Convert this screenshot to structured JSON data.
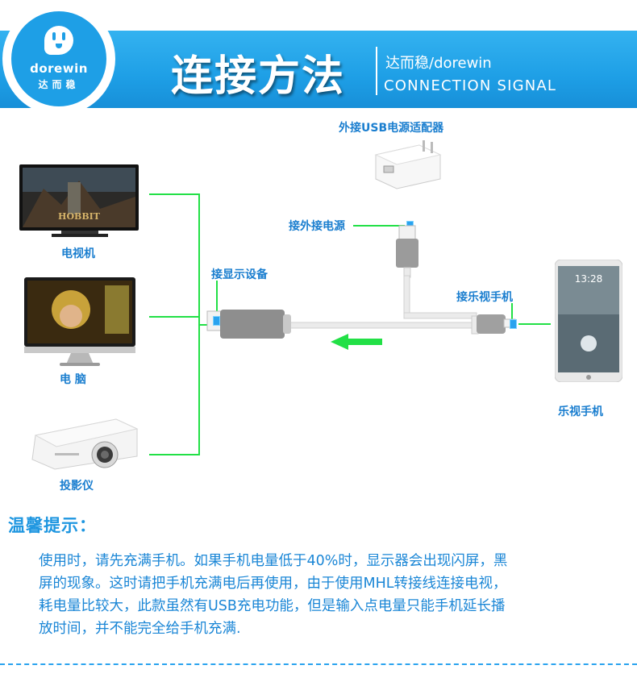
{
  "header": {
    "logo_brand": "dorewin",
    "logo_cn": "达而稳",
    "title": "连接方法",
    "subtitle_brand": "达而稳/dorewin",
    "subtitle_en": "CONNECTION SIGNAL"
  },
  "devices": {
    "tv_label": "电视机",
    "tv_screen_text": "HOBBIT",
    "pc_label": "电   脑",
    "projector_label": "投影仪",
    "adapter_label": "外接USB电源适配器",
    "phone_label": "乐视手机",
    "phone_time": "13:28"
  },
  "connectors": {
    "power_label": "接外接电源",
    "display_label": "接显示设备",
    "phone_label": "接乐视手机"
  },
  "colors": {
    "accent_blue": "#1e9fe6",
    "label_blue": "#1a7ecf",
    "line_green": "#22e046",
    "arrow_green": "#22e046"
  },
  "tips": {
    "title": "温馨提示：",
    "lines": [
      "使用时，请先充满手机。如果手机电量低于40%时，显示器会出现闪屏，黑",
      "屏的现象。这时请把手机充满电后再使用，由于使用MHL转接线连接电视，",
      "耗电量比较大，此款虽然有USB充电功能，但是输入点电量只能手机延长播",
      "放时间，并不能完全给手机充满."
    ]
  }
}
